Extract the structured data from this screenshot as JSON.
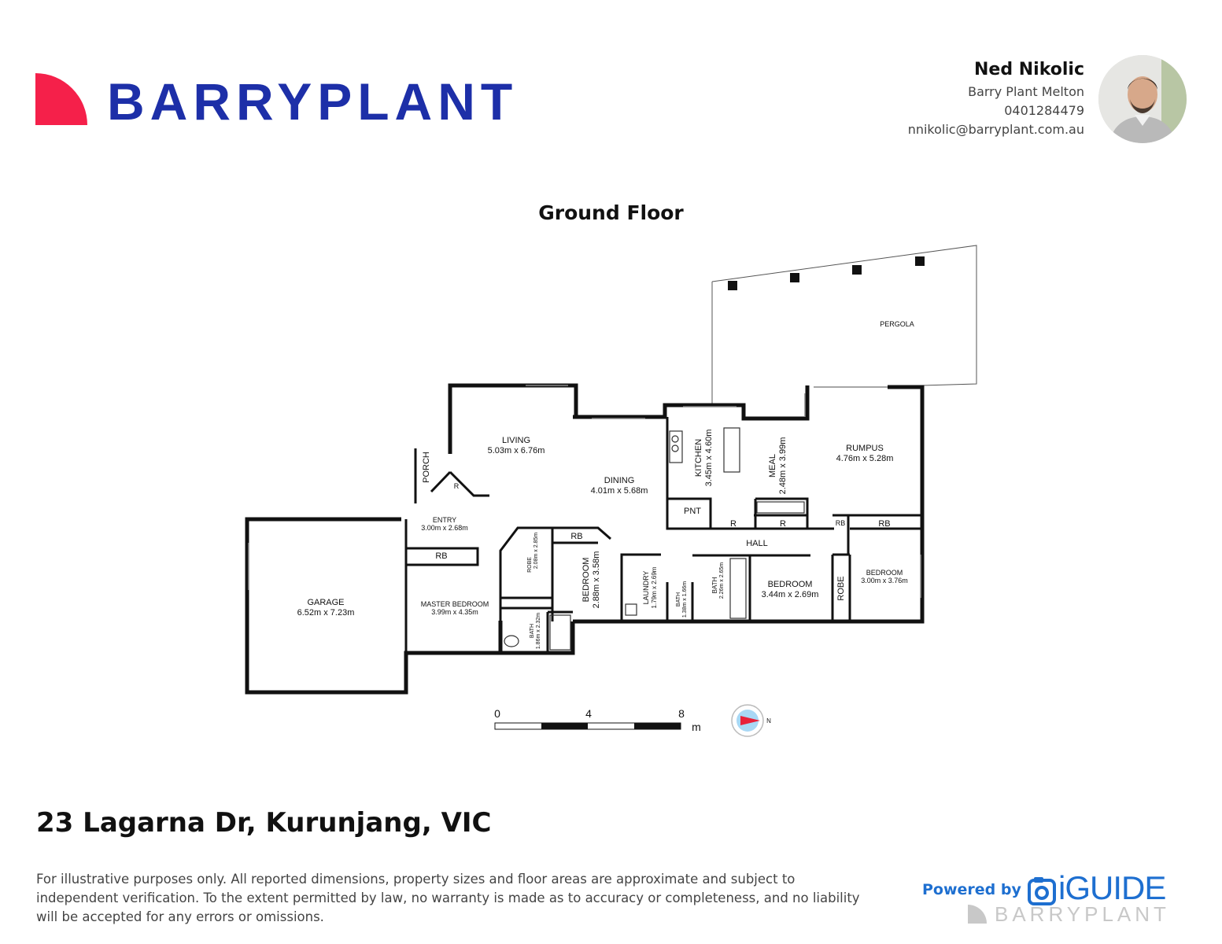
{
  "header": {
    "brand_name": "BARRYPLANT",
    "brand_color": "#1d2fa8",
    "brand_mark_color": "#f5204a",
    "agent": {
      "name": "Ned Nikolic",
      "office": "Barry Plant Melton",
      "phone": "0401284479",
      "email": "nnikolic@barryplant.com.au"
    }
  },
  "floor_title": "Ground Floor",
  "rooms": {
    "living": {
      "name": "LIVING",
      "size": "5.03m x 6.76m"
    },
    "dining": {
      "name": "DINING",
      "size": "4.01m x 5.68m"
    },
    "kitchen": {
      "name": "KITCHEN",
      "size": "3.45m x 4.60m"
    },
    "meal": {
      "name": "MEAL",
      "size": "2.48m x 3.99m"
    },
    "rumpus": {
      "name": "RUMPUS",
      "size": "4.76m x 5.28m"
    },
    "pergola": {
      "name": "PERGOLA"
    },
    "porch": {
      "name": "PORCH"
    },
    "entry": {
      "name": "ENTRY",
      "size": "3.00m x 2.68m"
    },
    "garage": {
      "name": "GARAGE",
      "size": "6.52m x 7.23m"
    },
    "master": {
      "name": "MASTER BEDROOM",
      "size": "3.99m x 4.35m"
    },
    "robe1": {
      "name": "ROBE",
      "size": "2.08m x 2.85m"
    },
    "bath1": {
      "name": "BATH",
      "size": "1.86m x 2.32m"
    },
    "bedroom1": {
      "name": "BEDROOM",
      "size": "2.88m x 3.58m"
    },
    "laundry": {
      "name": "LAUNDRY",
      "size": "1.79m x 2.69m"
    },
    "bath2": {
      "name": "BATH",
      "size": "1.38m x 1.66m"
    },
    "bath3": {
      "name": "BATH",
      "size": "2.26m x 2.65m"
    },
    "bedroom2": {
      "name": "BEDROOM",
      "size": "3.44m x 2.69m"
    },
    "bedroom3": {
      "name": "BEDROOM",
      "size": "3.00m x 3.76m"
    },
    "robe2": {
      "name": "ROBE"
    },
    "hall": {
      "name": "HALL"
    },
    "pnt": {
      "name": "PNT"
    },
    "r1": {
      "name": "R"
    },
    "r2": {
      "name": "R"
    },
    "r3": {
      "name": "R"
    },
    "rb1": {
      "name": "RB"
    },
    "rb2": {
      "name": "RB"
    },
    "rb3": {
      "name": "RB"
    },
    "rb4": {
      "name": "RB"
    }
  },
  "scale": {
    "tick0": "0",
    "tick1": "4",
    "tick2": "8",
    "unit": "m",
    "north": "N"
  },
  "address": "23 Lagarna Dr, Kurunjang, VIC",
  "disclaimer": "For illustrative purposes only. All reported dimensions, property sizes and floor areas are approximate and subject to independent verification. To the extent permitted by law, no warranty is made as to accuracy or completeness, and no liability will be accepted for any errors or omissions.",
  "footer": {
    "powered_by": "Powered by",
    "iguide": "iGUIDE",
    "brand": "BARRYPLANT",
    "accent_color": "#1e6fd0"
  }
}
